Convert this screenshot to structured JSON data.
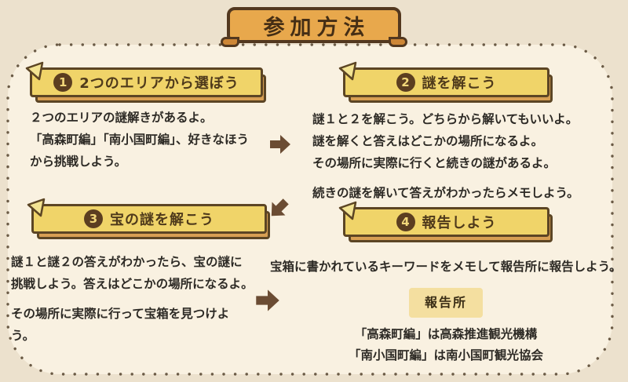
{
  "page": {
    "title": "参加方法"
  },
  "sections": [
    {
      "number": "1",
      "heading": "2つのエリアから選ぼう",
      "body": [
        "２つのエリアの謎解きがあるよ。",
        "「高森町編」「南小国町編」、好きなほう",
        "から挑戦しよう。"
      ]
    },
    {
      "number": "2",
      "heading": "謎を解こう",
      "body": [
        "謎１と２を解こう。どちらから解いてもいいよ。",
        "謎を解くと答えはどこかの場所になるよ。",
        "その場所に実際に行くと続きの謎があるよ。"
      ],
      "body2": [
        "続きの謎を解いて答えがわかったらメモしよう。"
      ]
    },
    {
      "number": "3",
      "heading": "宝の謎を解こう",
      "body": [
        "謎１と謎２の答えがわかったら、宝の謎に",
        "挑戦しよう。答えはどこかの場所になるよ。"
      ],
      "body2": [
        "その場所に実際に行って宝箱を見つけよ",
        "う。"
      ]
    },
    {
      "number": "4",
      "heading": "報告しよう",
      "body": [
        "宝箱に書かれているキーワードをメモして報告所に報告しよう。"
      ],
      "badge": "報告所",
      "notes": [
        "「高森町編」は高森推進観光機構",
        "「南小国町編」は南小国町観光協会"
      ]
    }
  ],
  "icons": {
    "arrow_step1_to_2": "right-arrow",
    "arrow_step2_to_3": "down-left-arrow",
    "arrow_step3_to_4": "right-arrow"
  },
  "colors": {
    "outer_background": "#ece1cd",
    "panel_background": "#f9f1e1",
    "dotted_border": "#6a5a45",
    "title_banner_fill": "#e8a84c",
    "ribbon_fill": "#f0d469",
    "ribbon_shadow": "#d89f53",
    "ribbon_border": "#5c4524",
    "number_circle": "#5c3e20",
    "badge_background": "#f4dfa0",
    "arrow": "#6b4c33",
    "body_text": "#2d2a25"
  }
}
